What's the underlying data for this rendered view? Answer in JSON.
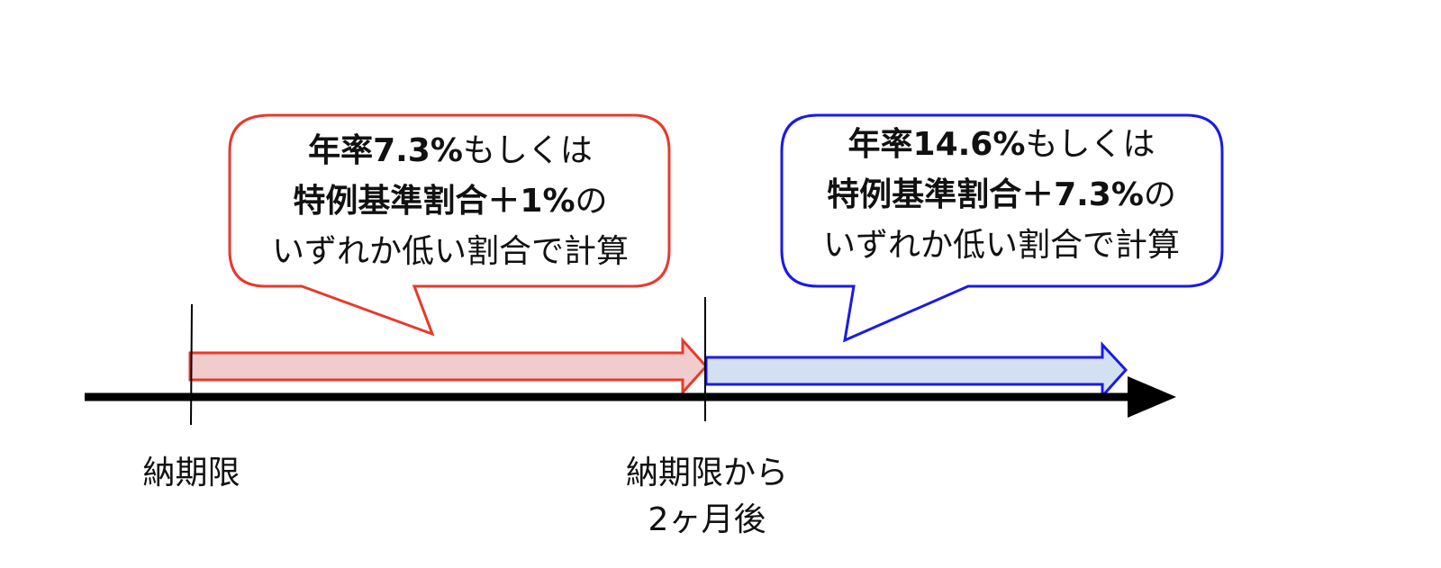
{
  "colors": {
    "red_stroke": "#e8392c",
    "red_fill": "#f0cccc",
    "blue_stroke": "#1a1ae6",
    "blue_fill": "#d3e0f2",
    "axis": "#000000"
  },
  "bubble_red": {
    "line1_bold": "年率7.3%",
    "line1_rest": "もしくは",
    "line2_bold": "特例基準割合＋1%",
    "line2_rest": "の",
    "line3": "いずれか低い割合で計算"
  },
  "bubble_blue": {
    "line1_bold": "年率14.6%",
    "line1_rest": "もしくは",
    "line2_bold": "特例基準割合＋7.3%",
    "line2_rest": "の",
    "line3": "いずれか低い割合で計算"
  },
  "timeline": {
    "deadline_label": "納期限",
    "two_months_label_line1": "納期限から",
    "two_months_label_line2": "2ヶ月後"
  }
}
